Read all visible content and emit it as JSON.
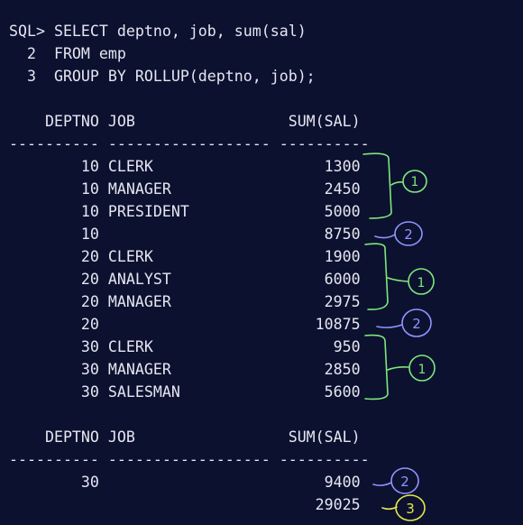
{
  "query": {
    "line1": "SQL> SELECT deptno, job, sum(sal)",
    "line2": "  2  FROM emp",
    "line3": "  3  GROUP BY ROLLUP(deptno, job);"
  },
  "section1": {
    "header": "    DEPTNO JOB                 SUM(SAL)",
    "separator": "---------- ------------------ ----------",
    "rows": [
      "        10 CLERK                   1300",
      "        10 MANAGER                 2450",
      "        10 PRESIDENT               5000",
      "        10                         8750",
      "        20 CLERK                   1900",
      "        20 ANALYST                 6000",
      "        20 MANAGER                 2975",
      "        20                        10875",
      "        30 CLERK                    950",
      "        30 MANAGER                 2850",
      "        30 SALESMAN                5600"
    ]
  },
  "section2": {
    "header": "    DEPTNO JOB                 SUM(SAL)",
    "separator": "---------- ------------------ ----------",
    "rows": [
      "        30                         9400",
      "                                  29025"
    ]
  },
  "annotations": {
    "one": "1",
    "two": "2",
    "three": "3",
    "green": "#7ee87a",
    "blue": "#8f95ff",
    "yellow": "#e6e64a"
  }
}
